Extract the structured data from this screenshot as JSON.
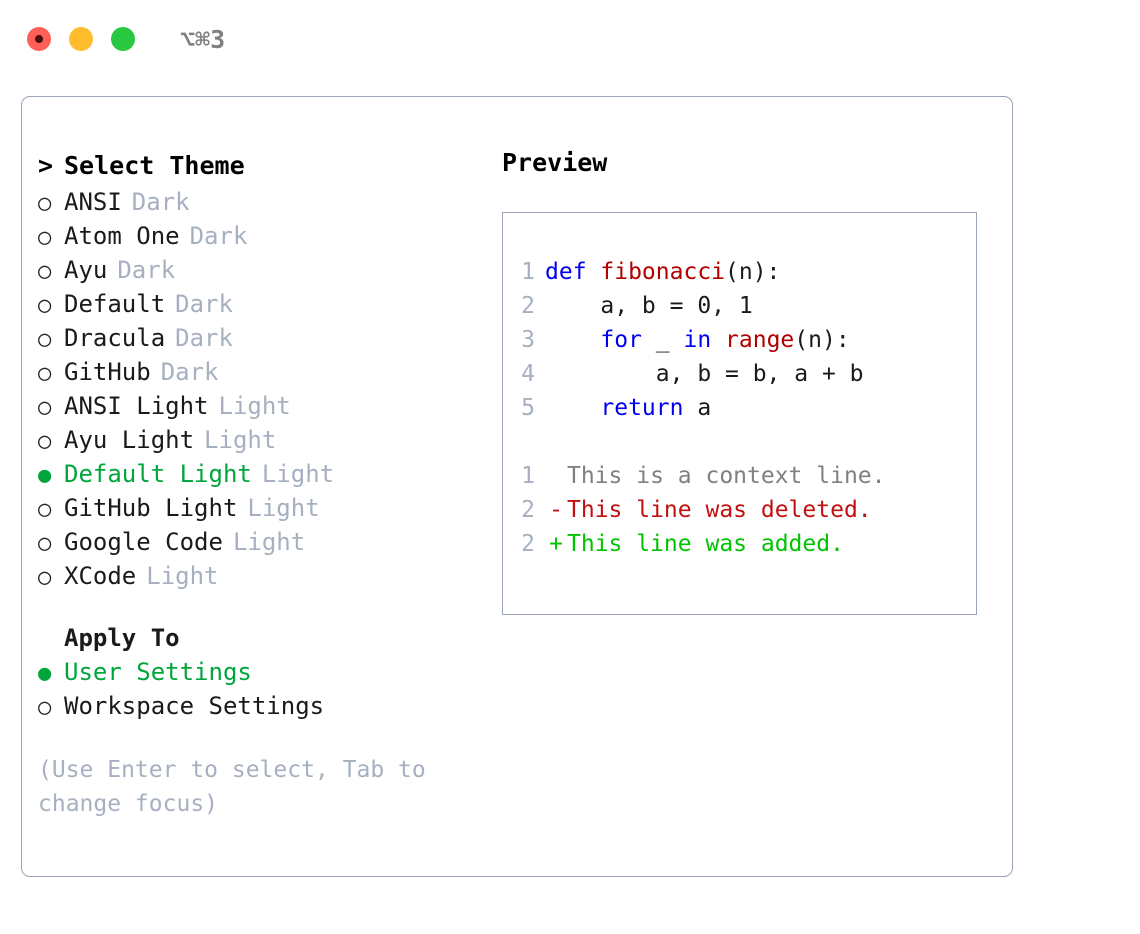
{
  "titlebar": {
    "lights": [
      {
        "name": "close",
        "color": "#ff5f57"
      },
      {
        "name": "minimize",
        "color": "#ffbd2e"
      },
      {
        "name": "maximize",
        "color": "#28c840"
      }
    ],
    "shortcut": "⌥⌘3"
  },
  "theme_picker": {
    "caret": ">",
    "title": "Select Theme",
    "bullet_unselected": "○",
    "bullet_selected": "●",
    "items": [
      {
        "label": "ANSI",
        "tag": "Dark",
        "selected": false
      },
      {
        "label": "Atom One",
        "tag": "Dark",
        "selected": false
      },
      {
        "label": "Ayu",
        "tag": "Dark",
        "selected": false
      },
      {
        "label": "Default",
        "tag": "Dark",
        "selected": false
      },
      {
        "label": "Dracula",
        "tag": "Dark",
        "selected": false
      },
      {
        "label": "GitHub",
        "tag": "Dark",
        "selected": false
      },
      {
        "label": "ANSI Light",
        "tag": "Light",
        "selected": false
      },
      {
        "label": "Ayu Light",
        "tag": "Light",
        "selected": false
      },
      {
        "label": "Default Light",
        "tag": "Light",
        "selected": true
      },
      {
        "label": "GitHub Light",
        "tag": "Light",
        "selected": false
      },
      {
        "label": "Google Code",
        "tag": "Light",
        "selected": false
      },
      {
        "label": "XCode",
        "tag": "Light",
        "selected": false
      }
    ]
  },
  "apply_to": {
    "title": "Apply To",
    "options": [
      {
        "label": "User Settings",
        "selected": true
      },
      {
        "label": "Workspace Settings",
        "selected": false
      }
    ]
  },
  "hint": "(Use Enter to select, Tab to change focus)",
  "preview": {
    "title": "Preview",
    "code_lines": [
      {
        "number": "1",
        "tokens": [
          {
            "text": "def ",
            "type": "kw"
          },
          {
            "text": "fibonacci",
            "type": "fn"
          },
          {
            "text": "(n):",
            "type": "pl"
          }
        ]
      },
      {
        "number": "2",
        "tokens": [
          {
            "text": "    a, b = 0, 1",
            "type": "pl"
          }
        ]
      },
      {
        "number": "3",
        "tokens": [
          {
            "text": "    ",
            "type": "pl"
          },
          {
            "text": "for",
            "type": "kw"
          },
          {
            "text": " _ ",
            "type": "pl"
          },
          {
            "text": "in ",
            "type": "kw"
          },
          {
            "text": "range",
            "type": "fn"
          },
          {
            "text": "(n):",
            "type": "pl"
          }
        ]
      },
      {
        "number": "4",
        "tokens": [
          {
            "text": "        a, b = b, a + b",
            "type": "pl"
          }
        ]
      },
      {
        "number": "5",
        "tokens": [
          {
            "text": "    ",
            "type": "pl"
          },
          {
            "text": "return",
            "type": "kw"
          },
          {
            "text": " a",
            "type": "pl"
          }
        ]
      }
    ],
    "diff_lines": [
      {
        "number": "1",
        "marker": " ",
        "text": "This is a context line.",
        "kind": "context"
      },
      {
        "number": "2",
        "marker": "-",
        "text": "This line was deleted.",
        "kind": "del"
      },
      {
        "number": "2",
        "marker": "+",
        "text": "This line was added.",
        "kind": "add"
      }
    ]
  },
  "colors": {
    "accent_green": "#00a63c",
    "muted": "#a6b0c0",
    "keyword": "#0000ee",
    "function": "#b00000",
    "diff_add": "#00c400",
    "diff_del": "#c01010",
    "border": "#9aa5b5"
  }
}
